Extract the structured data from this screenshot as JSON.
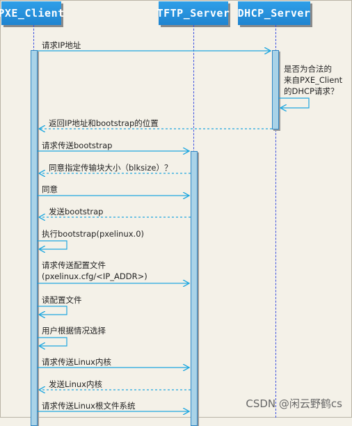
{
  "participants": {
    "client": "PXE_Client",
    "tftp": "TFTP_Server",
    "dhcp": "DHCP_Server"
  },
  "messages": {
    "m1": "请求IP地址",
    "m2_line1": "是否为合法的",
    "m2_line2": "来自PXE_Client",
    "m2_line3": "的DHCP请求？",
    "m3": "返回IP地址和bootstrap的位置",
    "m4": "请求传送bootstrap",
    "m5": "同意指定传输块大小（blksize）？",
    "m6": "同意",
    "m7": "发送bootstrap",
    "m8": "执行bootstrap(pxelinux.0)",
    "m9_line1": "请求传送配置文件",
    "m9_line2": "(pxelinux.cfg/<IP_ADDR>)",
    "m10": "读配置文件",
    "m11": "用户根据情况选择",
    "m12": "请求传送Linux内核",
    "m13": "发送Linux内核",
    "m14": "请求传送Linux根文件系统"
  },
  "watermark": "CSDN @闲云野鹤cs",
  "colors": {
    "participant": "#1f84d0",
    "arrow": "#1ea7e0",
    "lifeline": "#3b4fe0",
    "activation": "#a9d3e8"
  }
}
